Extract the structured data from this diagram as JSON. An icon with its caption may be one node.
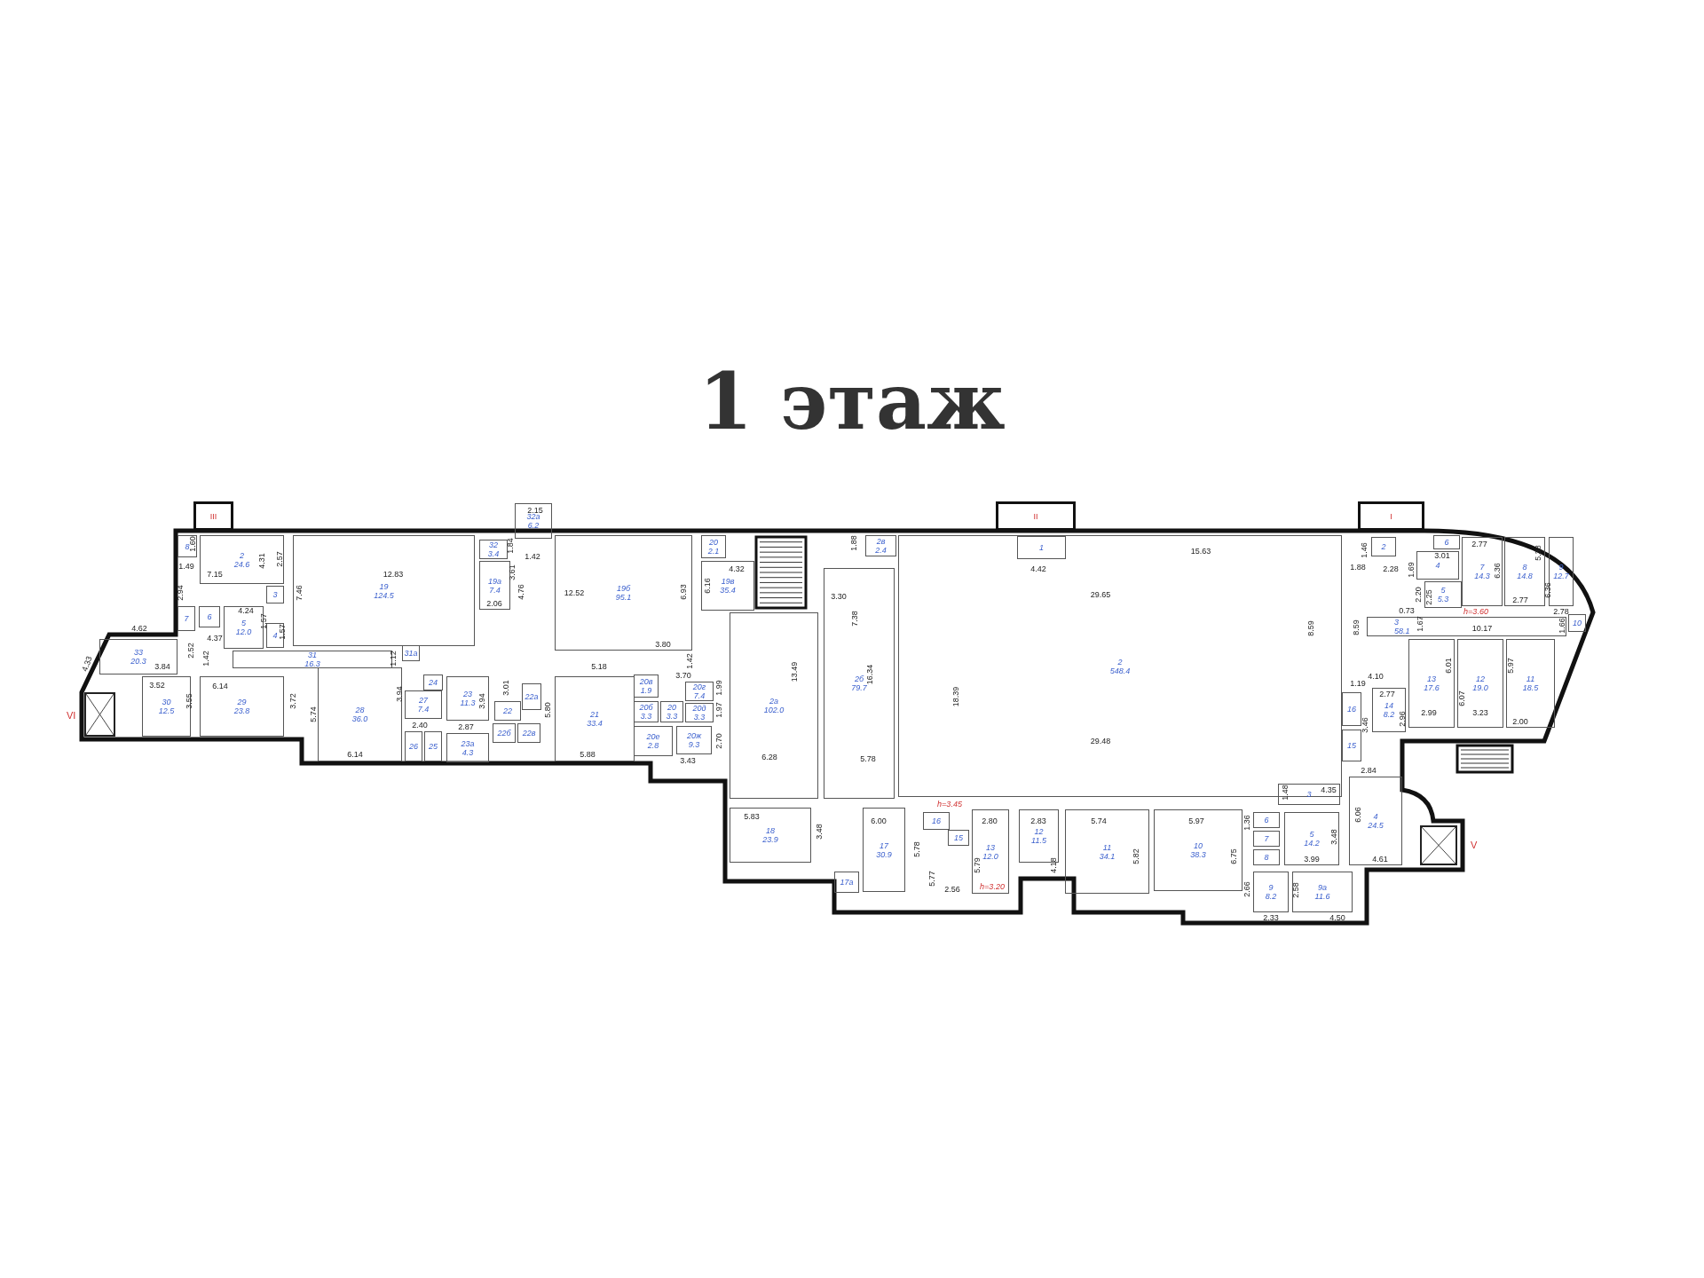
{
  "diagram": {
    "title": "1 этаж",
    "nodes": [
      {
        "text": [
          "III"
        ]
      },
      {
        "text": [
          "8"
        ]
      },
      {
        "text": [
          "2",
          "24.6"
        ]
      },
      {
        "text": [
          "3"
        ]
      },
      {
        "text": [
          "7"
        ]
      },
      {
        "text": [
          "6"
        ]
      },
      {
        "text": [
          "5",
          "12.0"
        ]
      },
      {
        "text": [
          "4"
        ]
      },
      {
        "text": [
          "33",
          "20.3"
        ]
      },
      {
        "text": [
          "31",
          "16.3"
        ]
      },
      {
        "text": [
          "30",
          "12.5"
        ]
      },
      {
        "text": [
          "29",
          "23.8"
        ]
      },
      {
        "text": [],
        "shape": "box",
        "beside": [
          "VI"
        ]
      },
      {
        "text": [
          "19",
          "124.5"
        ]
      },
      {
        "text": [
          "32а",
          "6.2"
        ]
      },
      {
        "text": [
          "32",
          "3.4"
        ]
      },
      {
        "text": [
          "19а",
          "7.4"
        ]
      },
      {
        "text": [
          "31а"
        ]
      },
      {
        "text": [
          "28",
          "36.0"
        ]
      },
      {
        "text": [
          "24"
        ]
      },
      {
        "text": [
          "27",
          "7.4"
        ]
      },
      {
        "text": [
          "26"
        ]
      },
      {
        "text": [
          "25"
        ]
      },
      {
        "text": [
          "23",
          "11.3"
        ]
      },
      {
        "text": [
          "23а",
          "4.3"
        ]
      },
      {
        "text": [
          "22"
        ]
      },
      {
        "text": [
          "22а"
        ]
      },
      {
        "text": [
          "22б"
        ]
      },
      {
        "text": [
          "22в"
        ]
      },
      {
        "text": [
          "21",
          "33.4"
        ]
      },
      {
        "text": [
          "19б",
          "95.1"
        ]
      },
      {
        "text": [
          "20",
          "2.1"
        ]
      },
      {
        "text": [
          "19в",
          "35.4"
        ]
      },
      {
        "text": [
          "20в",
          "1.9"
        ]
      },
      {
        "text": [
          "20г",
          "7.4"
        ]
      },
      {
        "text": [
          "20б",
          "3.3"
        ]
      },
      {
        "text": [
          "20",
          "3.3"
        ]
      },
      {
        "text": [
          "20д",
          "3.3"
        ]
      },
      {
        "text": [
          "20е",
          "2.8"
        ]
      },
      {
        "text": [
          "20ж",
          "9.3"
        ]
      },
      {
        "text": [
          "2а",
          "102.0"
        ]
      },
      {
        "text": [
          "2в",
          "2.4"
        ]
      },
      {
        "text": [
          "2б",
          "79.7"
        ]
      },
      {
        "text": [
          "18",
          "23.9"
        ]
      },
      {
        "text": [
          "17",
          "30.9"
        ]
      },
      {
        "text": [
          "17а"
        ]
      },
      {
        "text": [
          "16"
        ]
      },
      {
        "text": [
          "15"
        ]
      },
      {
        "text": [
          "13",
          "12.0"
        ]
      },
      {
        "text": [
          "12",
          "11.5"
        ]
      },
      {
        "text": [
          "11",
          "34.1"
        ]
      },
      {
        "text": [
          "II"
        ]
      },
      {
        "text": [
          "1"
        ],
        "in": 53
      },
      {
        "text": [
          "2",
          "548.4"
        ]
      },
      {
        "text": [
          "10",
          "38.3"
        ]
      },
      {
        "text": [
          "3"
        ]
      },
      {
        "text": [
          "6"
        ]
      },
      {
        "text": [
          "7"
        ]
      },
      {
        "text": [
          "8"
        ]
      },
      {
        "text": [
          "5",
          "14.2"
        ]
      },
      {
        "text": [
          "9",
          "8.2"
        ]
      },
      {
        "text": [
          "9а",
          "11.6"
        ]
      },
      {
        "text": [
          "I"
        ]
      },
      {
        "text": [
          "2"
        ]
      },
      {
        "text": [
          "6"
        ]
      },
      {
        "text": [
          "4"
        ]
      },
      {
        "text": [
          "5",
          "5.3"
        ]
      },
      {
        "text": [
          "7",
          "14.3"
        ]
      },
      {
        "text": [
          "8",
          "14.8"
        ]
      },
      {
        "text": [
          "9",
          "12.7"
        ]
      },
      {
        "text": [
          "3",
          "58.1"
        ]
      },
      {
        "text": [
          "10"
        ]
      },
      {
        "text": [
          "16"
        ]
      },
      {
        "text": [
          "15"
        ]
      },
      {
        "text": [
          "14",
          "8.2"
        ]
      },
      {
        "text": [
          "13",
          "17.6"
        ]
      },
      {
        "text": [
          "12",
          "19.0"
        ]
      },
      {
        "text": [
          "11",
          "18.5"
        ]
      },
      {
        "text": [
          "4",
          "24.5"
        ]
      },
      {
        "text": [],
        "shape": "box",
        "beside": [
          "V"
        ]
      }
    ],
    "labels": [
      "1.60",
      "1.49",
      "7.15",
      "4.31",
      "2.57",
      "2.94",
      "7.46",
      "4.24",
      "1.57",
      "1.57",
      "4.37",
      "4.62",
      "4.33",
      "2.52",
      "1.42",
      "3.84",
      "3.52",
      "6.14",
      "3.55",
      "3.72",
      "5.74",
      "2.15",
      "1.84",
      "1.42",
      "12.83",
      "3.61",
      "4.76",
      "2.06",
      "12.52",
      "1.12",
      "3.94",
      "2.40",
      "2.87",
      "3.94",
      "3.01",
      "5.80",
      "6.14",
      "5.88",
      "6.93",
      "6.16",
      "4.32",
      "3.80",
      "1.42",
      "5.18",
      "3.70",
      "1.99",
      "1.97",
      "2.70",
      "3.43",
      "13.49",
      "6.28",
      "3.30",
      "5.83",
      "3.48",
      "1.88",
      "7.38",
      "16.34",
      "5.78",
      "18.39",
      "4.42",
      "29.65",
      "29.48",
      "15.63",
      "8.59",
      "8.59",
      "1.88",
      "1.19",
      "3.46",
      "6.00",
      "5.78",
      "5.77",
      "2.56",
      "2.80",
      "5.79",
      "2.83",
      "4.18",
      "5.74",
      "5.82",
      "5.97",
      "6.75",
      "1.48",
      "4.35",
      "1.36",
      "3.48",
      "3.99",
      "6.06",
      "2.66",
      "2.33",
      "2.58",
      "4.50",
      "1.46",
      "2.28",
      "1.69",
      "3.01",
      "2.77",
      "6.36",
      "5.38",
      "2.20",
      "2.25",
      "0.73",
      "2.77",
      "6.36",
      "2.78",
      "1.67",
      "10.17",
      "1.66",
      "4.10",
      "2.77",
      "2.96",
      "6.01",
      "6.07",
      "5.97",
      "2.99",
      "3.23",
      "2.00",
      "2.84",
      "4.61",
      "h=3.45",
      "h=3.20",
      "h=3.60"
    ]
  }
}
